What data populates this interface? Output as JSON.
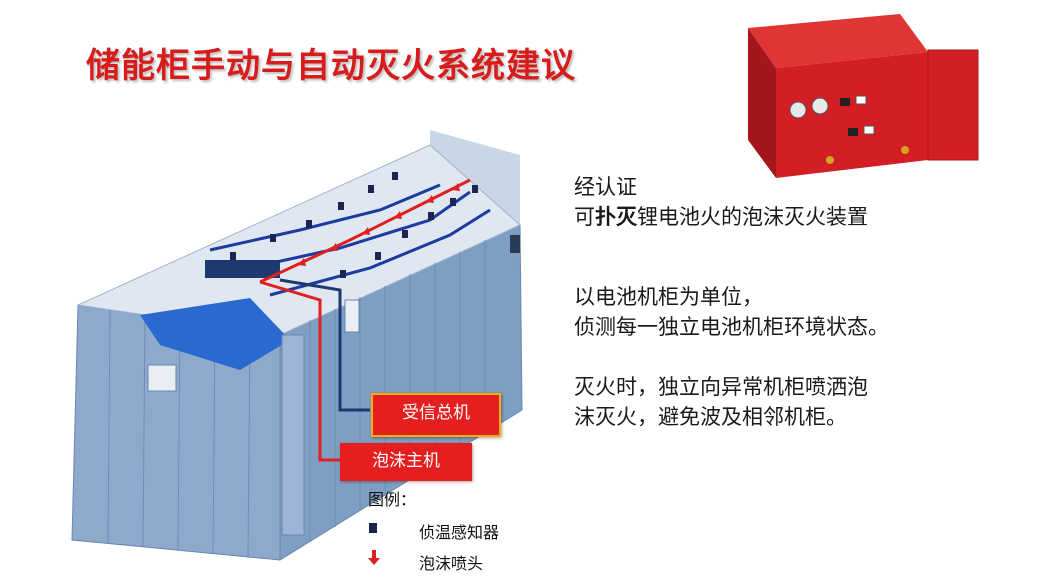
{
  "title": "储能柜手动与自动灭火系统建议",
  "paragraphs": {
    "p1_line1": "经认证",
    "p1_line2_pre": "可",
    "p1_line2_bold": "扑灭",
    "p1_line2_post": "锂电池火的泡沫灭火装置",
    "p2_line1": "以电池机柜为单位，",
    "p2_line2": "侦测每一独立电池机柜环境状态。",
    "p3_line1": "灭火时，独立向异常机柜喷洒泡",
    "p3_line2": "沫灭火，避免波及相邻机柜。"
  },
  "labels": {
    "receiver": "受信总机",
    "foam_host": "泡沫主机"
  },
  "legend": {
    "title": "图例：",
    "items": [
      {
        "icon": "temperature-sensor-icon",
        "label": "侦温感知器"
      },
      {
        "icon": "foam-nozzle-icon",
        "label": "泡沫喷头"
      }
    ]
  },
  "colors": {
    "title": "#d81c1c",
    "label_box": "#e51f1f",
    "container": "#7f9ec4",
    "sensor": "#1c2550",
    "pipe_red": "#e02020",
    "device_red": "#d41e26"
  }
}
